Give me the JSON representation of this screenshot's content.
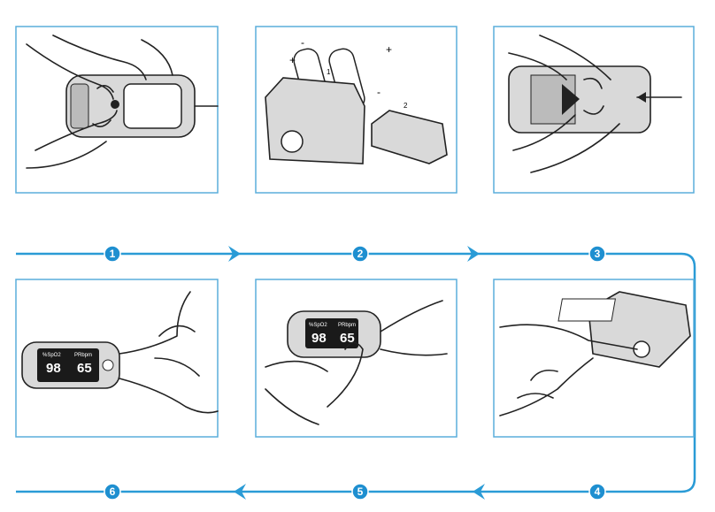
{
  "steps": [
    {
      "number": "1"
    },
    {
      "number": "2"
    },
    {
      "number": "3"
    },
    {
      "number": "4"
    },
    {
      "number": "5"
    },
    {
      "number": "6"
    }
  ],
  "battery": {
    "plus": "+",
    "minus": "-",
    "step_a": "1",
    "step_b": "2"
  },
  "display": {
    "spo2_label": "%SpO2",
    "pr_label": "PRbpm",
    "spo2_value": "98",
    "pr_value": "65"
  },
  "colors": {
    "accent": "#2a9bd6"
  }
}
